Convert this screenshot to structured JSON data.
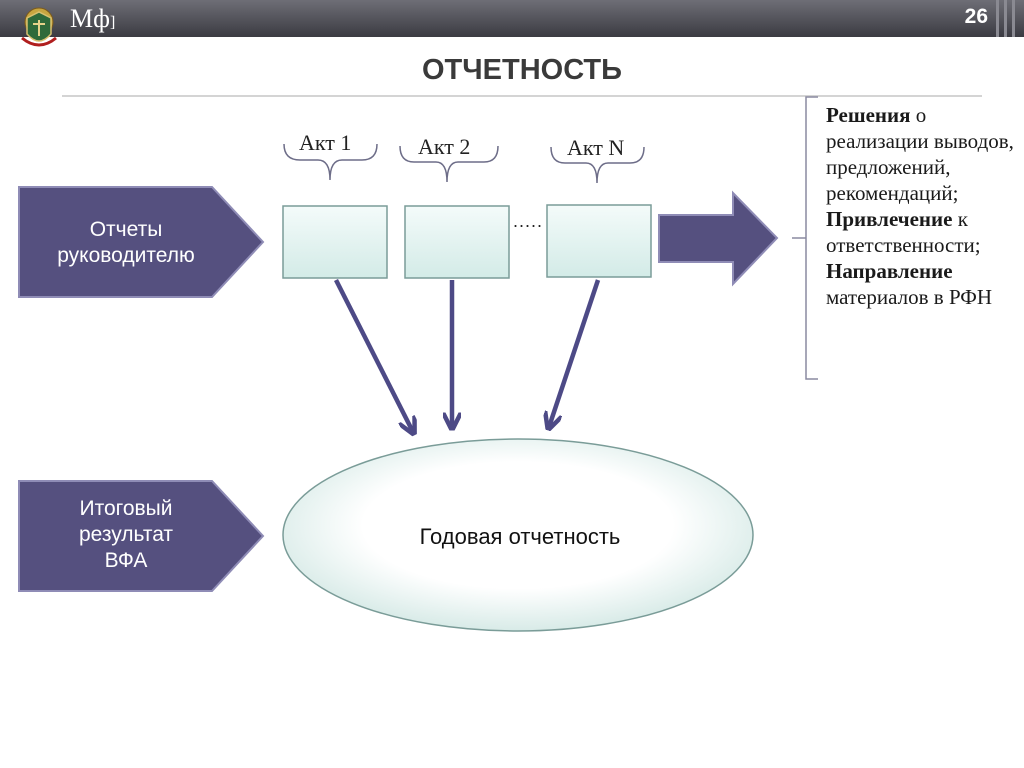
{
  "header": {
    "logo_text": "Мф",
    "logo_suffix": "]",
    "page_number": "26"
  },
  "title": "ОТЧЕТНОСТЬ",
  "left_labels": {
    "reports": "Отчеты руководителю",
    "final_result_line1": "Итоговый",
    "final_result_line2": "результат",
    "final_result_line3": "ВФА"
  },
  "acts": [
    "Акт 1",
    "Акт 2",
    "Акт N"
  ],
  "dots": ".....",
  "ellipse_label": "Годовая отчетность",
  "outcomes": [
    {
      "bold": "Решения",
      "rest": " о реализации выводов, предложений, рекомендаций;"
    },
    {
      "bold": "Привлечение",
      "rest": " к ответственности;"
    },
    {
      "bold": "Направление",
      "rest": " материалов в РФН"
    }
  ],
  "colors": {
    "header_bg": "#4a4a52",
    "pentagon_fill": "#55507f",
    "box_fill": "#e8f4f2",
    "box_border": "#7a9c98",
    "arrow_color": "#4d4a86",
    "ellipse_border": "#7a9c98"
  }
}
